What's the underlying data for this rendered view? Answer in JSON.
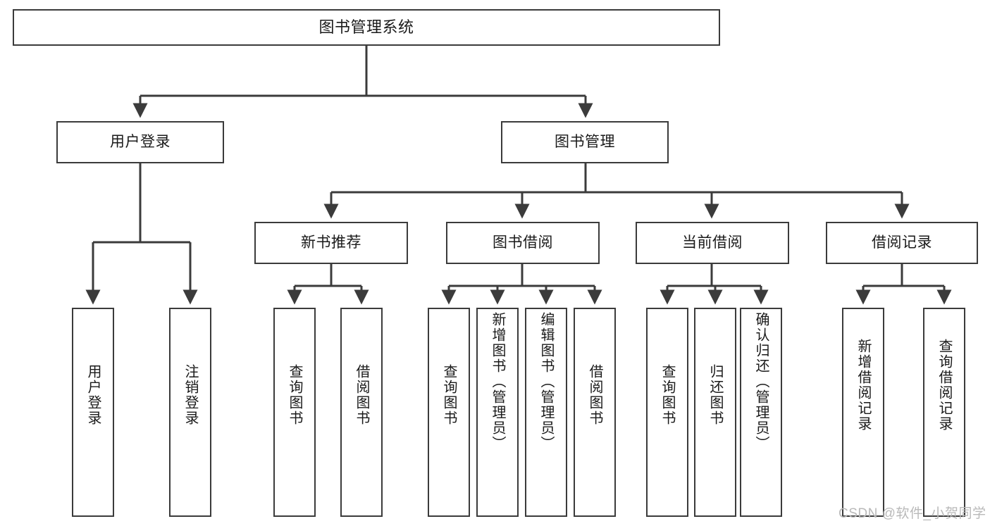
{
  "diagram": {
    "title": "图书管理系统",
    "watermark": "CSDN @软件_小贺同学",
    "stroke_color": "#3b3b3b",
    "fill_color": "#ffffff",
    "text_color": "#1a1a1a",
    "watermark_color": "#b9b9b9"
  },
  "nodes": {
    "root": {
      "label": "图书管理系统"
    },
    "level1": [
      {
        "label": "用户登录"
      },
      {
        "label": "图书管理"
      }
    ],
    "level2": [
      {
        "label": "新书推荐"
      },
      {
        "label": "图书借阅"
      },
      {
        "label": "当前借阅"
      },
      {
        "label": "借阅记录"
      }
    ],
    "leaves": [
      {
        "label": "用户登录",
        "parent": "用户登录"
      },
      {
        "label": "注销登录",
        "parent": "用户登录"
      },
      {
        "label": "查询图书",
        "parent": "新书推荐"
      },
      {
        "label": "借阅图书",
        "parent": "新书推荐"
      },
      {
        "label": "查询图书",
        "parent": "图书借阅"
      },
      {
        "label": "新增图书（管理员）",
        "parent": "图书借阅"
      },
      {
        "label": "编辑图书（管理员）",
        "parent": "图书借阅"
      },
      {
        "label": "借阅图书",
        "parent": "图书借阅"
      },
      {
        "label": "查询图书",
        "parent": "当前借阅"
      },
      {
        "label": "归还图书",
        "parent": "当前借阅"
      },
      {
        "label": "确认归还（管理员）",
        "parent": "当前借阅"
      },
      {
        "label": "新增借阅记录",
        "parent": "借阅记录"
      },
      {
        "label": "查询借阅记录",
        "parent": "借阅记录"
      }
    ]
  }
}
